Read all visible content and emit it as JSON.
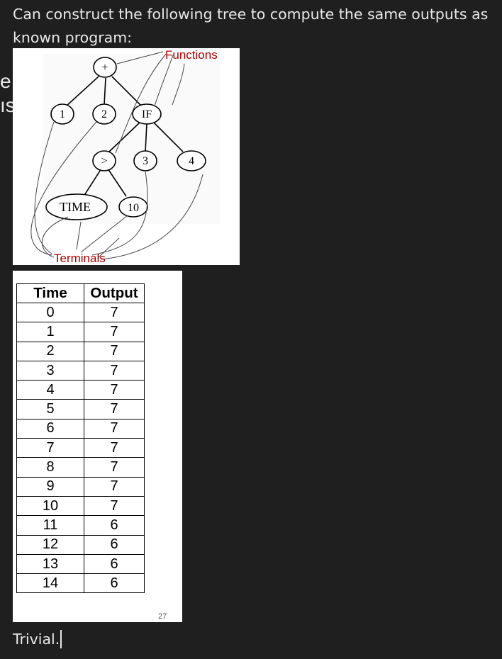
{
  "intro_text": "Can construct the following tree to compute the same outputs as known program:",
  "cropped_left": {
    "line1": "e",
    "line2": "ıs"
  },
  "tree_slide": {
    "label_functions": "Functions",
    "label_terminals": "Terminals",
    "nodes": {
      "plus": "+",
      "one": "1",
      "two": "2",
      "if": "IF",
      "gt": ">",
      "three": "3",
      "four": "4",
      "time": "TIME",
      "ten": "10"
    }
  },
  "table_slide": {
    "headers": {
      "time": "Time",
      "output": "Output"
    },
    "rows": [
      {
        "time": "0",
        "output": "7"
      },
      {
        "time": "1",
        "output": "7"
      },
      {
        "time": "2",
        "output": "7"
      },
      {
        "time": "3",
        "output": "7"
      },
      {
        "time": "4",
        "output": "7"
      },
      {
        "time": "5",
        "output": "7"
      },
      {
        "time": "6",
        "output": "7"
      },
      {
        "time": "7",
        "output": "7"
      },
      {
        "time": "8",
        "output": "7"
      },
      {
        "time": "9",
        "output": "7"
      },
      {
        "time": "10",
        "output": "7"
      },
      {
        "time": "11",
        "output": "6"
      },
      {
        "time": "12",
        "output": "6"
      },
      {
        "time": "13",
        "output": "6"
      },
      {
        "time": "14",
        "output": "6"
      }
    ],
    "page_number": "27"
  },
  "input_text": "Trivial.",
  "colors": {
    "background": "#1f1f1f",
    "text": "#e8e8e8",
    "label_red": "#b00000"
  }
}
